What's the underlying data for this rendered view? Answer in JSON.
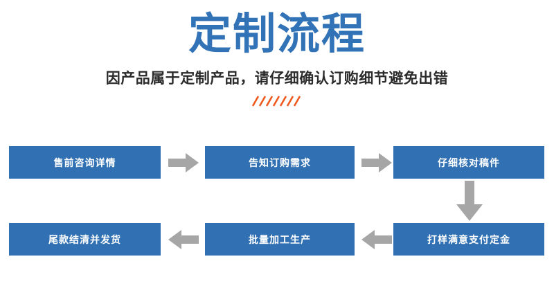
{
  "header": {
    "title": "定制流程",
    "subtitle": "因产品属于定制产品，请仔细确认订购细节避免出错",
    "divider_icon": "orange-slashes-divider-icon",
    "slash_count": 7
  },
  "colors": {
    "title_blue": "#3272b6",
    "node_blue": "#3070b3",
    "node_text": "#ffffff",
    "subtitle_text": "#2b2b2b",
    "arrow_gray": "#a6a6a6",
    "accent_orange": "#f05a1e",
    "background": "#ffffff"
  },
  "flow": {
    "rows": [
      {
        "direction": "left-to-right",
        "nodes": [
          {
            "step": 1,
            "label": "售前咨询详情"
          },
          {
            "step": 2,
            "label": "告知订购需求"
          },
          {
            "step": 3,
            "label": "仔细核对稿件"
          }
        ]
      },
      {
        "direction": "right-to-left",
        "nodes": [
          {
            "step": 6,
            "label": "尾款结清并发货"
          },
          {
            "step": 5,
            "label": "批量加工生产"
          },
          {
            "step": 4,
            "label": "打样满意支付定金"
          }
        ]
      }
    ],
    "connectors": [
      {
        "id": "arrow-1",
        "icon": "arrow-right-icon",
        "from": "售前咨询详情",
        "to": "告知订购需求"
      },
      {
        "id": "arrow-2",
        "icon": "arrow-right-icon",
        "from": "告知订购需求",
        "to": "仔细核对稿件"
      },
      {
        "id": "arrow-3",
        "icon": "arrow-down-icon",
        "from": "仔细核对稿件",
        "to": "打样满意支付定金"
      },
      {
        "id": "arrow-4",
        "icon": "arrow-left-icon",
        "from": "打样满意支付定金",
        "to": "批量加工生产"
      },
      {
        "id": "arrow-5",
        "icon": "arrow-left-icon",
        "from": "批量加工生产",
        "to": "尾款结清并发货"
      }
    ]
  }
}
